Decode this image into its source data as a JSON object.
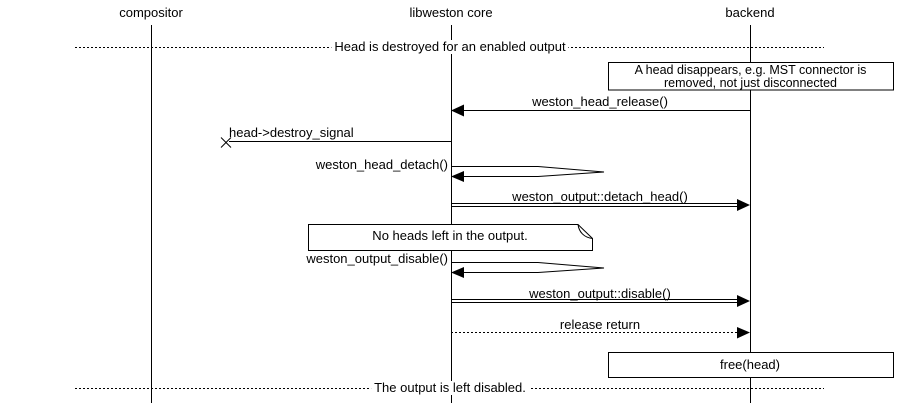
{
  "lifelines": [
    {
      "label": "compositor"
    },
    {
      "label": "libweston core"
    },
    {
      "label": "backend"
    }
  ],
  "dividers": {
    "top_label": "Head is destroyed for an enabled output",
    "bottom_label": "The output is left disabled."
  },
  "boxes": {
    "head_disappears": {
      "line1": "A head disappears, e.g. MST connector is",
      "line2": "removed, not just disconnected"
    },
    "free_head": {
      "label": "free(head)"
    }
  },
  "note": {
    "label": "No heads left in the output."
  },
  "messages": {
    "head_release": {
      "label": "weston_head_release()"
    },
    "destroy_signal": {
      "label": "head->destroy_signal"
    },
    "head_detach": {
      "label": "weston_head_detach()"
    },
    "detach_head": {
      "label": "weston_output::detach_head()"
    },
    "output_disable": {
      "label": "weston_output_disable()"
    },
    "output_disable_method": {
      "label": "weston_output::disable()"
    },
    "release_return": {
      "label": "release return"
    }
  },
  "colors": {
    "line": "#000000",
    "background": "#ffffff"
  }
}
